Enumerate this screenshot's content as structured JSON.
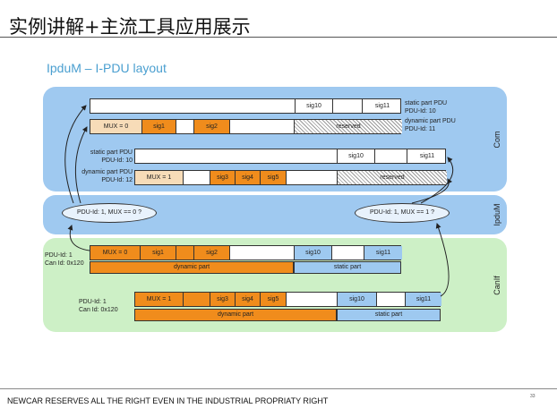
{
  "header": {
    "title": "实例讲解+主流工具应用展示",
    "subtitle": "IpduM – I-PDU layout"
  },
  "layers": {
    "com": "Com",
    "ipdum": "IpduM",
    "canif": "CanIf"
  },
  "com": {
    "row1": {
      "sig10": "sig10",
      "sig11": "sig11",
      "label_line1": "static part PDU",
      "label_line2": "PDU-Id: 10"
    },
    "row2": {
      "mux": "MUX = 0",
      "sig1": "sig1",
      "sig2": "sig2",
      "reserved": "reserved",
      "label_line1": "dynamic part PDU",
      "label_line2": "PDU-Id: 11"
    },
    "row3": {
      "sig10": "sig10",
      "sig11": "sig11",
      "label_line1": "static part PDU",
      "label_line2": "PDU-Id: 10"
    },
    "row4": {
      "mux": "MUX = 1",
      "sig3": "sig3",
      "sig4": "sig4",
      "sig5": "sig5",
      "reserved": "reserved",
      "label_line1": "dynamic part PDU",
      "label_line2": "PDU-Id: 12"
    }
  },
  "ipdum": {
    "left_condition": "PDU-Id: 1, MUX == 0 ?",
    "right_condition": "PDU-Id: 1, MUX == 1 ?"
  },
  "canif": {
    "row1": {
      "label_line1": "PDU-Id: 1",
      "label_line2": "Can Id: 0x120",
      "mux": "MUX = 0",
      "sig1": "sig1",
      "sig2": "sig2",
      "sig10": "sig10",
      "sig11": "sig11",
      "dynamic_part": "dynamic part",
      "static_part": "static part"
    },
    "row2": {
      "label_line1": "PDU-Id: 1",
      "label_line2": "Can Id: 0x120",
      "mux": "MUX = 1",
      "sig3": "sig3",
      "sig4": "sig4",
      "sig5": "sig5",
      "sig10": "sig10",
      "sig11": "sig11",
      "dynamic_part": "dynamic part",
      "static_part": "static part"
    }
  },
  "footer": {
    "text": "NEWCAR RESERVES ALL THE RIGHT EVEN IN THE INDUSTRIAL PROPRIATY RIGHT",
    "page_number": "33"
  },
  "colors": {
    "dynamic": "#f08c1c",
    "static": "#9ec9f0",
    "com_band": "#9fc9f0",
    "canif_band": "#cdf0c6",
    "subtitle": "#4a9fd0"
  }
}
